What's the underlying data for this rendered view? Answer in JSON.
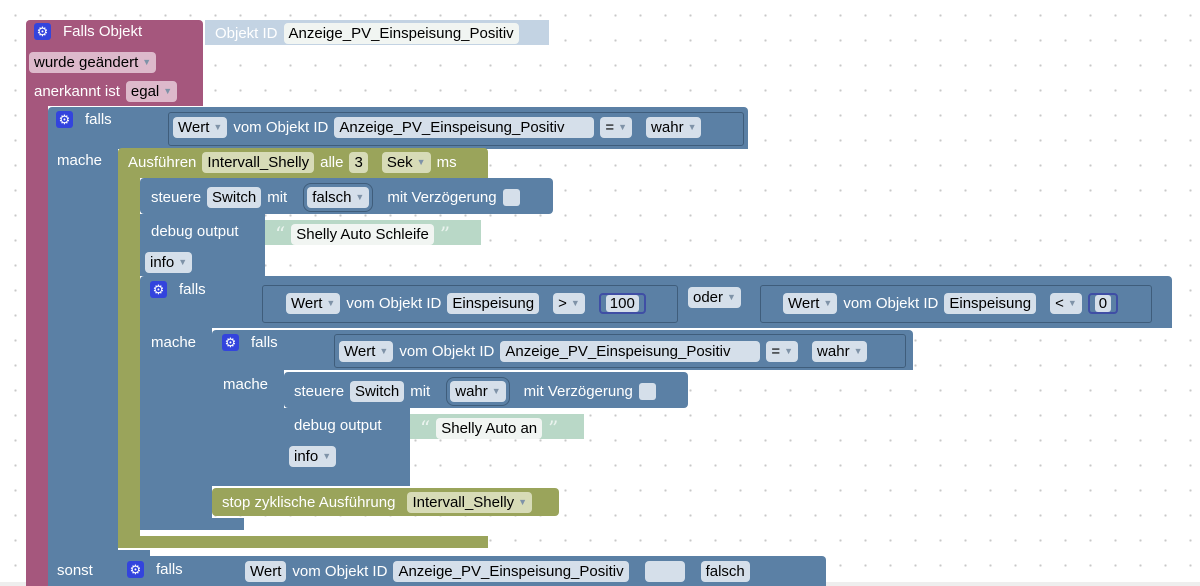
{
  "colors": {
    "event": "#a5577d",
    "logic": "#5b80a5",
    "timer": "#9aa45b",
    "text": "#b9d8c7"
  },
  "event": {
    "title": "Falls Objekt",
    "trigger": "wurde geändert",
    "ack_label": "anerkannt ist",
    "ack_value": "egal",
    "oid_label": "Objekt ID",
    "oid_value": "Anzeige_PV_Einspeisung_Positiv"
  },
  "if1": {
    "falls": "falls",
    "mache": "mache",
    "sonst": "sonst",
    "cond": {
      "prop": "Wert",
      "label": "vom Objekt ID",
      "oid": "Anzeige_PV_Einspeisung_Positiv",
      "op": "=",
      "value": "wahr"
    }
  },
  "interval": {
    "label": "Ausführen",
    "name": "Intervall_Shelly",
    "every": "alle",
    "value": "3",
    "unit": "Sek",
    "ms": "ms"
  },
  "ctrl1": {
    "label": "steuere",
    "target": "Switch",
    "mit": "mit",
    "value": "falsch",
    "delay": "mit Verzögerung"
  },
  "debug1": {
    "label": "debug output",
    "text": "Shelly Auto Schleife",
    "level": "info"
  },
  "if2": {
    "falls": "falls",
    "mache": "mache",
    "or": "oder",
    "cond1": {
      "prop": "Wert",
      "label": "vom Objekt ID",
      "oid": "Einspeisung",
      "op": ">",
      "value": "100"
    },
    "cond2": {
      "prop": "Wert",
      "label": "vom Objekt ID",
      "oid": "Einspeisung",
      "op": "<",
      "value": "0"
    }
  },
  "if3": {
    "falls": "falls",
    "mache": "mache",
    "cond": {
      "prop": "Wert",
      "label": "vom Objekt ID",
      "oid": "Anzeige_PV_Einspeisung_Positiv",
      "op": "=",
      "value": "wahr"
    }
  },
  "ctrl2": {
    "label": "steuere",
    "target": "Switch",
    "mit": "mit",
    "value": "wahr",
    "delay": "mit Verzögerung"
  },
  "debug2": {
    "label": "debug output",
    "text": "Shelly Auto an",
    "level": "info"
  },
  "stop": {
    "label": "stop zyklische Ausführung",
    "name": "Intervall_Shelly"
  },
  "sonst_if": {
    "falls": "falls",
    "prop": "Wert",
    "label": "vom Objekt ID",
    "oid": "Anzeige_PV_Einspeisung_Positiv",
    "value": "falsch"
  }
}
